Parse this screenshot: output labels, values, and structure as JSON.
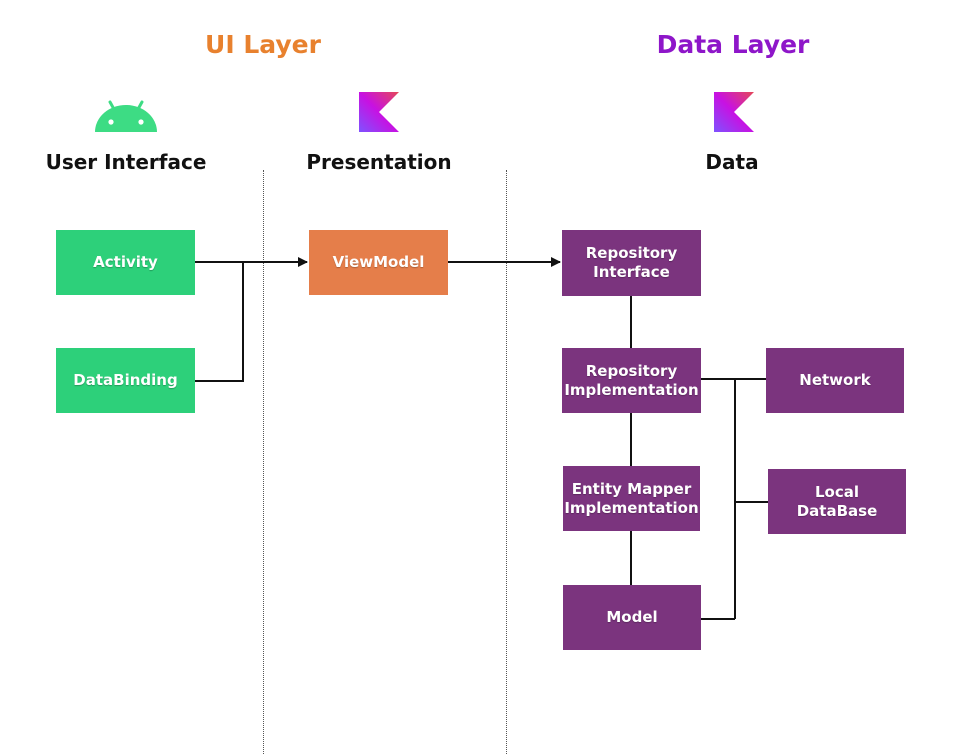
{
  "layers": {
    "ui": {
      "title": "UI Layer",
      "color": "#e8812e"
    },
    "data": {
      "title": "Data Layer",
      "color": "#8e16c9"
    }
  },
  "columns": {
    "user_interface": "User Interface",
    "presentation": "Presentation",
    "data": "Data"
  },
  "icons": {
    "user_interface": "android-icon",
    "presentation": "kotlin-icon",
    "data": "kotlin-icon"
  },
  "nodes": {
    "activity": "Activity",
    "databinding": "DataBinding",
    "viewmodel": "ViewModel",
    "repository_interface": "Repository\nInterface",
    "repository_implementation": "Repository\nImplementation",
    "entity_mapper": "Entity Mapper\nImplementation",
    "model": "Model",
    "network": "Network",
    "local_database": "Local\nDataBase"
  },
  "colors": {
    "green": "#2dd07a",
    "orange": "#e57e4a",
    "purple": "#7b347e",
    "android_green": "#3ddc84",
    "divider": "#555555",
    "line": "#111111"
  },
  "edges": [
    {
      "from": "activity",
      "to": "viewmodel",
      "arrow": true
    },
    {
      "from": "databinding",
      "to": "viewmodel",
      "arrow": true
    },
    {
      "from": "viewmodel",
      "to": "repository_interface",
      "arrow": true
    },
    {
      "from": "repository_interface",
      "to": "repository_implementation",
      "arrow": false
    },
    {
      "from": "repository_implementation",
      "to": "entity_mapper",
      "arrow": false
    },
    {
      "from": "entity_mapper",
      "to": "model",
      "arrow": false
    },
    {
      "from": "repository_implementation",
      "to": "network",
      "arrow": false
    },
    {
      "from": "repository_implementation",
      "to": "local_database",
      "arrow": false
    },
    {
      "from": "model",
      "to": "local_database",
      "arrow": false
    }
  ]
}
